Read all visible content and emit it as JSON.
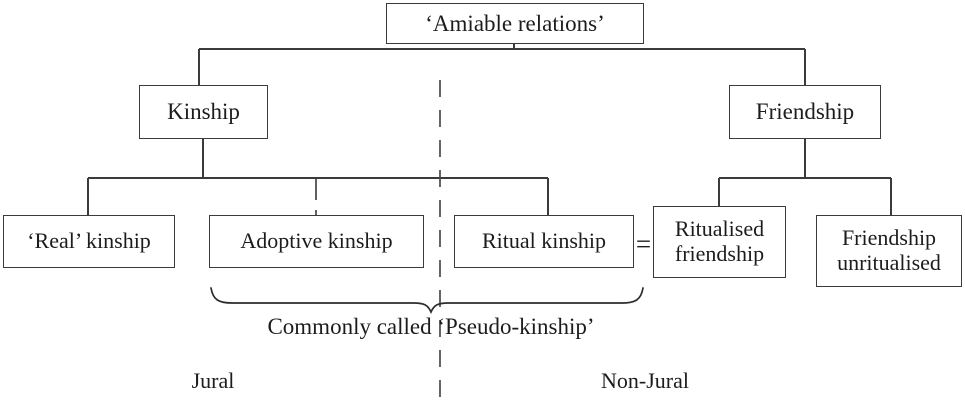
{
  "diagram": {
    "title": "'Amiable relations'",
    "type": "tree",
    "root": {
      "label": "‘Amiable relations’"
    },
    "level2": [
      {
        "label": "Kinship"
      },
      {
        "label": "Friendship"
      }
    ],
    "level3": [
      {
        "label": "‘Real’ kinship"
      },
      {
        "label": "Adoptive kinship"
      },
      {
        "label": "Ritual kinship"
      },
      {
        "label": "Ritualised\nfriendship",
        "line1": "Ritualised",
        "line2": "friendship"
      },
      {
        "label": "Friendship\nunritualised",
        "line1": "Friendship",
        "line2": "unritualised"
      }
    ],
    "equals_sign": "=",
    "brace_caption": "Commonly called ‘Pseudo-kinship’",
    "axis_labels": {
      "left": "Jural",
      "right": "Non-Jural"
    },
    "colors": {
      "stroke": "#3b3b3b",
      "text": "#1c1c1c",
      "background": "#ffffff"
    }
  }
}
